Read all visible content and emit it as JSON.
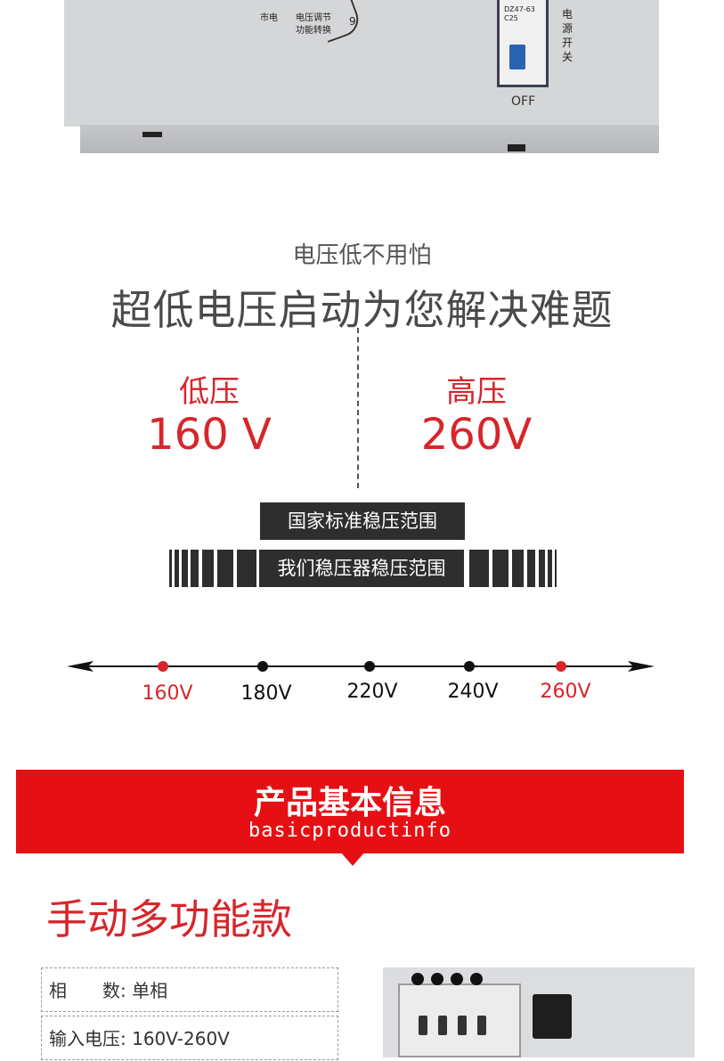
{
  "photo_top": {
    "panel_label_left": "市电",
    "panel_label_func_1": "电压调节",
    "panel_label_func_2": "功能转换",
    "dial_number": "9",
    "breaker_model": "DZ47-63",
    "breaker_cert": "C25",
    "power_switch_label": "电源开关",
    "off_label": "OFF"
  },
  "headline": {
    "subtitle": "电压低不用怕",
    "title": "超低电压启动为您解决难题"
  },
  "voltage_range": {
    "low_label": "低压",
    "low_value": "160 V",
    "high_label": "高压",
    "high_value": "260V"
  },
  "range_boxes": {
    "standard": "国家标准稳压范围",
    "ours": "我们稳压器稳压范围"
  },
  "scale": {
    "points": [
      {
        "label": "160V",
        "highlight": true
      },
      {
        "label": "180V",
        "highlight": false
      },
      {
        "label": "220V",
        "highlight": false
      },
      {
        "label": "240V",
        "highlight": false
      },
      {
        "label": "260V",
        "highlight": true
      }
    ],
    "colors": {
      "highlight": "#d7262b",
      "normal": "#111111"
    }
  },
  "banner": {
    "title": "产品基本信息",
    "subtitle": "basicproductinfo",
    "color": "#e60f14"
  },
  "product": {
    "model_title": "手动多功能款",
    "specs": [
      {
        "label": "相　　数:",
        "value": "单相"
      },
      {
        "label": "输入电压:",
        "value": "160V-260V"
      }
    ]
  }
}
